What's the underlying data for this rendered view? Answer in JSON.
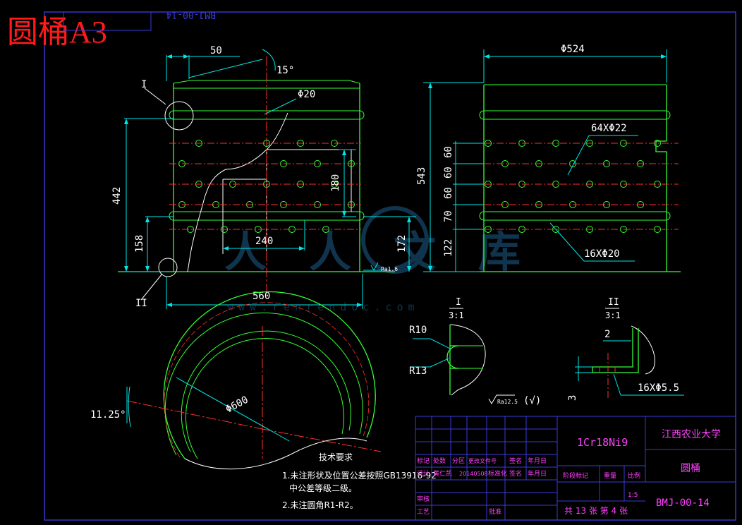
{
  "header": {
    "title": "圆桶A3",
    "mirrored_code": "BMJ-00-14"
  },
  "front_view": {
    "dims": {
      "d50": "50",
      "d15": "15°",
      "d20": "Φ20",
      "d442": "442",
      "d158": "158",
      "d180": "180",
      "d240": "240",
      "d172": "172",
      "d560": "560",
      "rough": "Ra1.6"
    },
    "labels": {
      "detail1": "I",
      "detail2": "II"
    }
  },
  "side_view": {
    "dims": {
      "d524": "Φ524",
      "d543": "543",
      "holes64": "64XΦ22",
      "holes16": "16XΦ20",
      "d60a": "60",
      "d60b": "60",
      "d60c": "60",
      "d70": "70",
      "d122": "122"
    }
  },
  "detail_one": {
    "title_roman": "I",
    "scale": "3:1",
    "r10": "R10",
    "r13": "R13",
    "rough": "Ra12.5",
    "rough_paren": "(√)"
  },
  "detail_two": {
    "title_roman": "II",
    "scale": "3:1",
    "d2": "2",
    "d3": "3",
    "holes": "16XΦ5.5"
  },
  "top_view": {
    "angle": "11.25°",
    "diameter": "Φ600"
  },
  "tech_requirements": {
    "title": "技术要求",
    "line1": "1.未注形状及位置公差按照GB13916-92",
    "line2": "中公差等级二级。",
    "line3": "2.未注圆角R1-R2。"
  },
  "title_block": {
    "material": "1Cr18Ni9",
    "university": "江西农业大学",
    "part_name": "圆桶",
    "drawing_no": "BMJ-00-14",
    "row_mark": [
      "标记",
      "处数",
      "分区",
      "更改文件号",
      "签名",
      "年月日"
    ],
    "designer_label": "设计",
    "designer_name": "黄仁凯",
    "date": "20140508",
    "std_label": "标准化",
    "sign_label": "签名",
    "ymd_label": "年月日",
    "stage_label": "阶段标记",
    "weight_label": "重量",
    "ratio_label": "比例",
    "ratio": "1:5",
    "review_label": "审核",
    "process_label": "工艺",
    "approve_label": "批准",
    "sheets": "共 13 张 第 4 张"
  },
  "watermark": {
    "text": "人人文库",
    "url": "www.renrendoc.com"
  }
}
